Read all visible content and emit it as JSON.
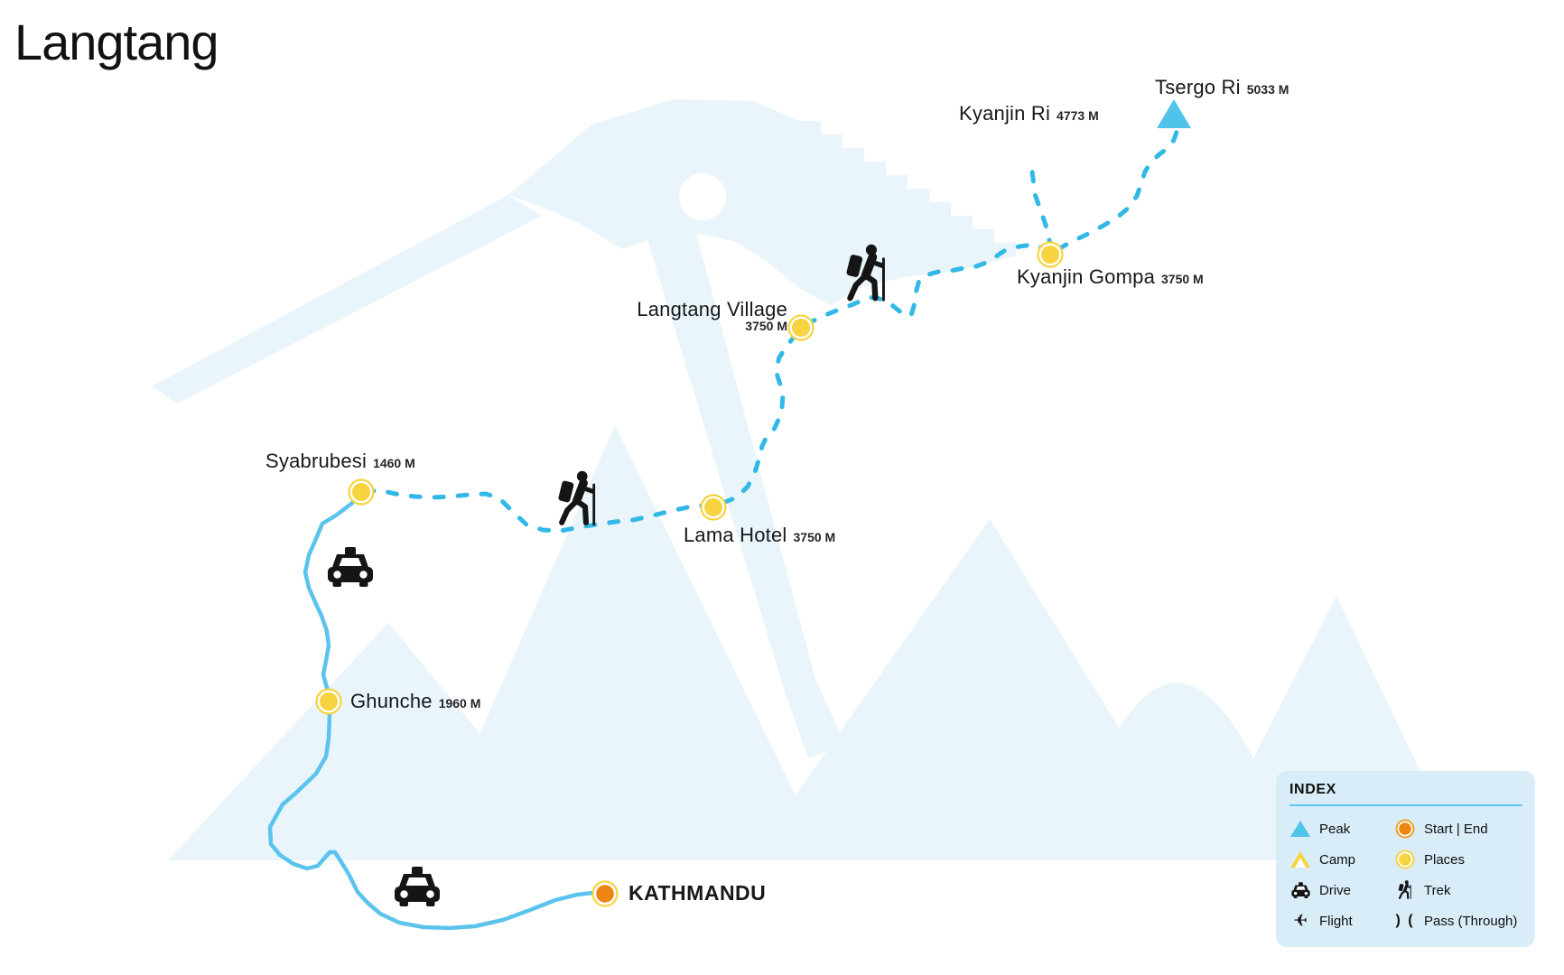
{
  "title": "Langtang",
  "map": {
    "locations": [
      {
        "name": "KATHMANDU",
        "elevation": "",
        "marker": "start-end"
      },
      {
        "name": "Ghunche",
        "elevation": "1960 M",
        "marker": "place"
      },
      {
        "name": "Syabrubesi",
        "elevation": "1460 M",
        "marker": "place"
      },
      {
        "name": "Lama Hotel",
        "elevation": "3750 M",
        "marker": "place"
      },
      {
        "name": "Langtang Village",
        "elevation": "3750 M",
        "marker": "place"
      },
      {
        "name": "Kyanjin Gompa",
        "elevation": "3750 M",
        "marker": "place"
      },
      {
        "name": "Kyanjin Ri",
        "elevation": "4773 M",
        "marker": "trail-end"
      },
      {
        "name": "Tsergo Ri",
        "elevation": "5033 M",
        "marker": "peak"
      }
    ]
  },
  "legend": {
    "title": "INDEX",
    "col1": [
      {
        "label": "Peak"
      },
      {
        "label": "Camp"
      },
      {
        "label": "Drive"
      },
      {
        "label": "Flight"
      }
    ],
    "col2": [
      {
        "label": "Start | End"
      },
      {
        "label": "Places"
      },
      {
        "label": "Trek"
      },
      {
        "label": "Pass (Through)"
      }
    ],
    "pass_symbol": ") ("
  },
  "colors": {
    "trek_dash": "#31B8E7",
    "drive_line": "#5BC3EE",
    "place_marker": "#F6D33F",
    "start_end_marker": "#EE8512",
    "start_end_ring": "#F7D543",
    "peak_triangle": "#4FC3E9",
    "legend_background": "#D8EDF8",
    "legend_rule": "#62C7F0",
    "watermark": "#E9F5FB",
    "icon_black": "#151515",
    "text": "#161616"
  }
}
